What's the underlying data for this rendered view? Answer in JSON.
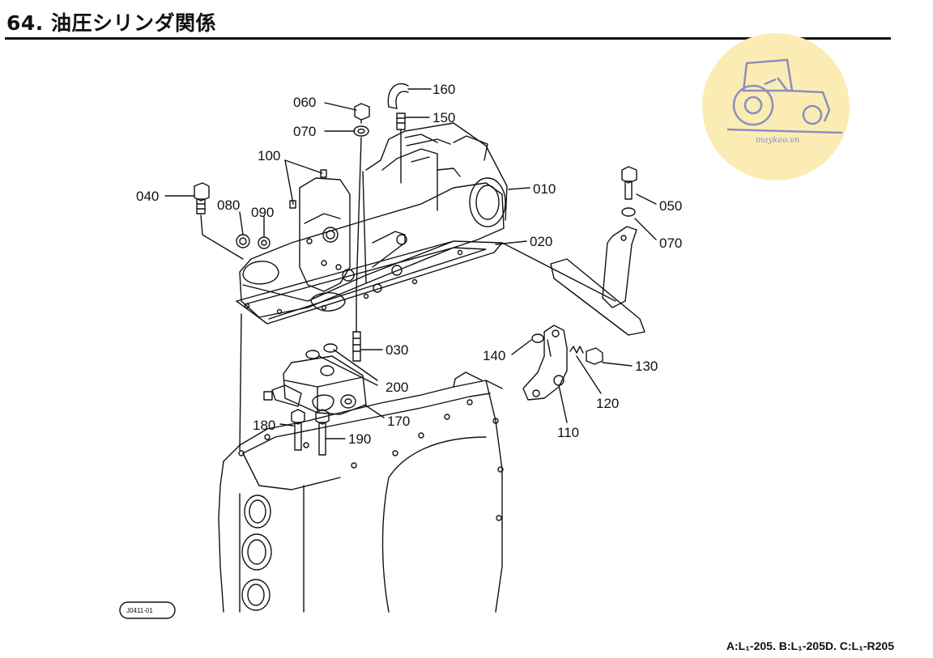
{
  "header": {
    "title": "64. 油圧シリンダ関係"
  },
  "watermark": {
    "text": "maykeo.vn",
    "circle_color": "#fbecb3",
    "ink_color": "#8a8fc0"
  },
  "diagram": {
    "drawing_code": "J0411-01",
    "callouts": {
      "p160": "160",
      "p150": "150",
      "p060": "060",
      "p070a": "070",
      "p100": "100",
      "p040": "040",
      "p080": "080",
      "p090": "090",
      "p010": "010",
      "p020": "020",
      "p050": "050",
      "p070b": "070",
      "p030": "030",
      "p140": "140",
      "p130": "130",
      "p200": "200",
      "p120": "120",
      "p170": "170",
      "p110": "110",
      "p180": "180",
      "p190": "190"
    }
  },
  "footer": {
    "models": "A:L₁-205. B:L₁-205D. C:L₁-R205"
  }
}
